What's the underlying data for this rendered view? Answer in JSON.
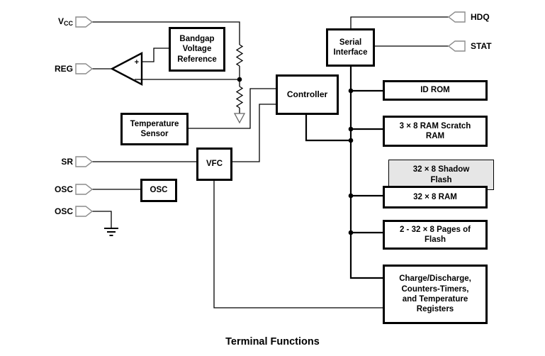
{
  "title": "Terminal Functions",
  "pins": {
    "vcc": {
      "base": "V",
      "sub": "CC"
    },
    "reg": "REG",
    "sr": "SR",
    "osc_a": "OSC",
    "osc_b": "OSC",
    "hdq": "HDQ",
    "stat": "STAT"
  },
  "opamp": {
    "plus_label": "+"
  },
  "blocks": {
    "bandgap": {
      "lines": [
        "Bandgap",
        "Voltage",
        "Reference"
      ]
    },
    "temp_sensor": {
      "lines": [
        "Temperature",
        "Sensor"
      ]
    },
    "osc": {
      "lines": [
        "OSC"
      ]
    },
    "vfc": {
      "lines": [
        "VFC"
      ]
    },
    "controller": {
      "lines": [
        "Controller"
      ]
    },
    "serial_interface": {
      "lines": [
        "Serial",
        "Interface"
      ]
    },
    "id_rom": {
      "lines": [
        "ID ROM"
      ]
    },
    "scratch_ram": {
      "lines": [
        "3 × 8 RAM Scratch",
        "RAM"
      ]
    },
    "shadow_flash": {
      "lines": [
        "32 × 8 Shadow",
        "Flash"
      ]
    },
    "ram_32x8": {
      "lines": [
        "32 × 8 RAM"
      ]
    },
    "flash_pages": {
      "lines": [
        "2 - 32 × 8 Pages of",
        "Flash"
      ]
    },
    "charge_registers": {
      "lines": [
        "Charge/Discharge,",
        "Counters-Timers,",
        "and Temperature",
        "Registers"
      ]
    }
  },
  "colors": {
    "wire": "#000000",
    "pin_outline": "#8c8c8c",
    "shadow_fill": "#e6e6e6",
    "background": "#ffffff"
  }
}
